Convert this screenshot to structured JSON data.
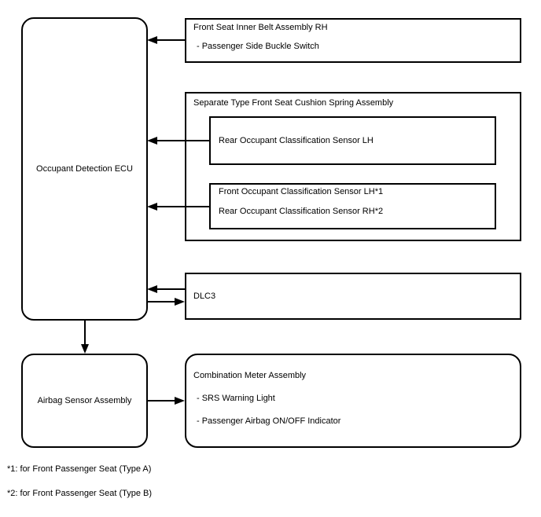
{
  "diagram": {
    "ecu": {
      "label": "Occupant Detection ECU"
    },
    "front_seat_inner_belt": {
      "title": "Front Seat Inner Belt Assembly RH",
      "items": [
        "- Passenger Side Buckle Switch"
      ]
    },
    "cushion_spring": {
      "title": "Separate Type Front Seat Cushion Spring Assembly",
      "sensor_box_1": {
        "lines": [
          "Rear Occupant Classification Sensor LH"
        ]
      },
      "sensor_box_2": {
        "lines": [
          "Front Occupant Classification Sensor LH*1",
          "Rear Occupant Classification Sensor RH*2"
        ]
      }
    },
    "dlc3": {
      "label": "DLC3"
    },
    "airbag_sensor": {
      "label": "Airbag Sensor Assembly"
    },
    "combination_meter": {
      "title": "Combination Meter Assembly",
      "items": [
        "- SRS Warning Light",
        "- Passenger Airbag ON/OFF Indicator"
      ]
    },
    "footnotes": [
      "*1: for Front Passenger Seat (Type A)",
      "*2: for Front Passenger Seat (Type B)"
    ],
    "colors": {
      "line": "#000000",
      "text": "#000000",
      "background": "#ffffff"
    }
  }
}
